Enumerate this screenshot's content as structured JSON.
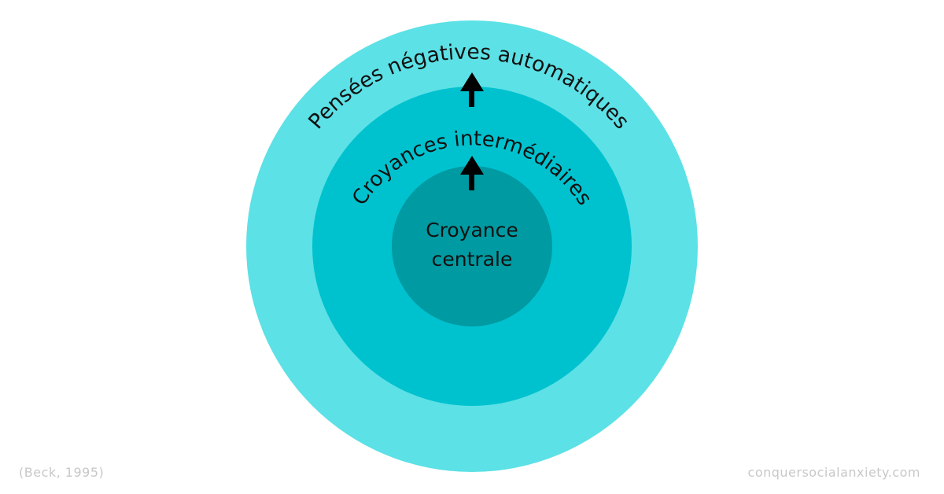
{
  "diagram": {
    "outer_label": "Pensées négatives automatiques",
    "middle_label": "Croyances intermédiaires",
    "core_label_line1": "Croyance",
    "core_label_line2": "centrale",
    "colors": {
      "outer": "#5ce1e6",
      "middle": "#00c2cf",
      "core": "#009aa2",
      "arrow": "#000000"
    }
  },
  "footer": {
    "citation": "(Beck, 1995)",
    "website": "conquersocialanxiety.com"
  }
}
